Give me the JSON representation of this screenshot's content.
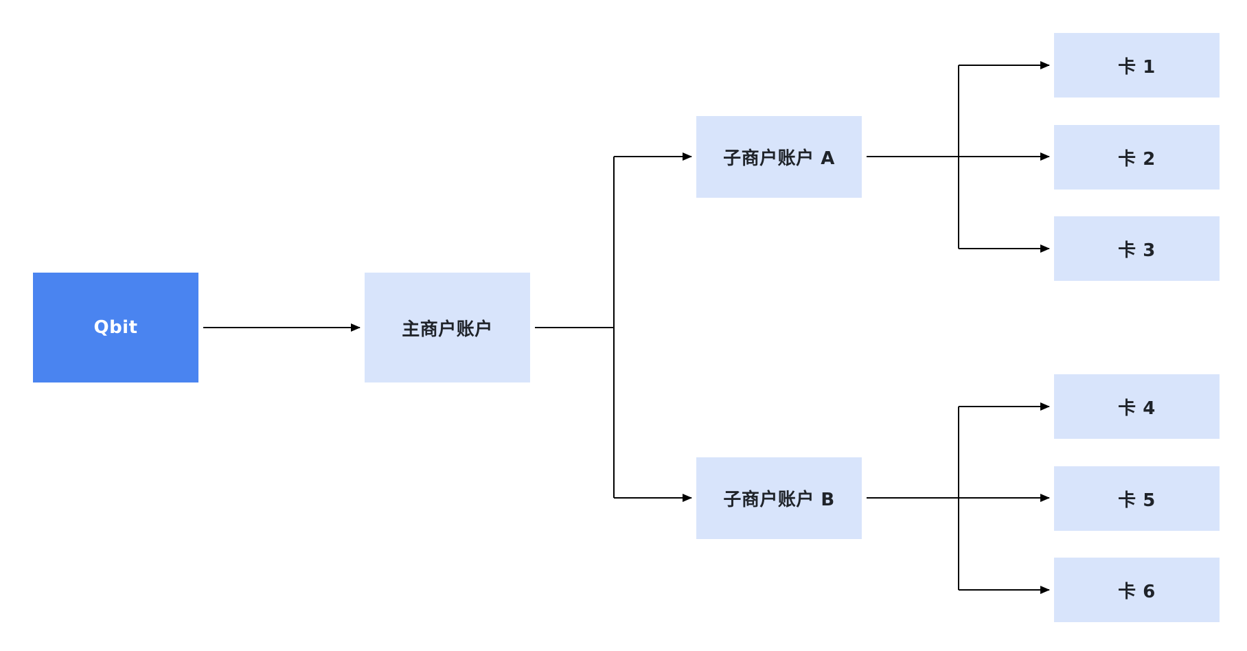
{
  "nodes": {
    "root": "Qbit",
    "main": "主商户账户",
    "sub_a": "子商户账户 A",
    "sub_b": "子商户账户 B",
    "cards": [
      "卡 1",
      "卡 2",
      "卡 3",
      "卡 4",
      "卡 5",
      "卡 6"
    ]
  },
  "edges": [
    {
      "from": "Qbit",
      "to": "主商户账户"
    },
    {
      "from": "主商户账户",
      "to": "子商户账户 A"
    },
    {
      "from": "主商户账户",
      "to": "子商户账户 B"
    },
    {
      "from": "子商户账户 A",
      "to": "卡 1"
    },
    {
      "from": "子商户账户 A",
      "to": "卡 2"
    },
    {
      "from": "子商户账户 A",
      "to": "卡 3"
    },
    {
      "from": "子商户账户 B",
      "to": "卡 4"
    },
    {
      "from": "子商户账户 B",
      "to": "卡 5"
    },
    {
      "from": "子商户账户 B",
      "to": "卡 6"
    }
  ],
  "colors": {
    "primary_node": "#4a84f0",
    "secondary_node": "#d8e4fb",
    "connector": "#000000",
    "text_dark": "#1f2329",
    "text_light": "#ffffff"
  }
}
